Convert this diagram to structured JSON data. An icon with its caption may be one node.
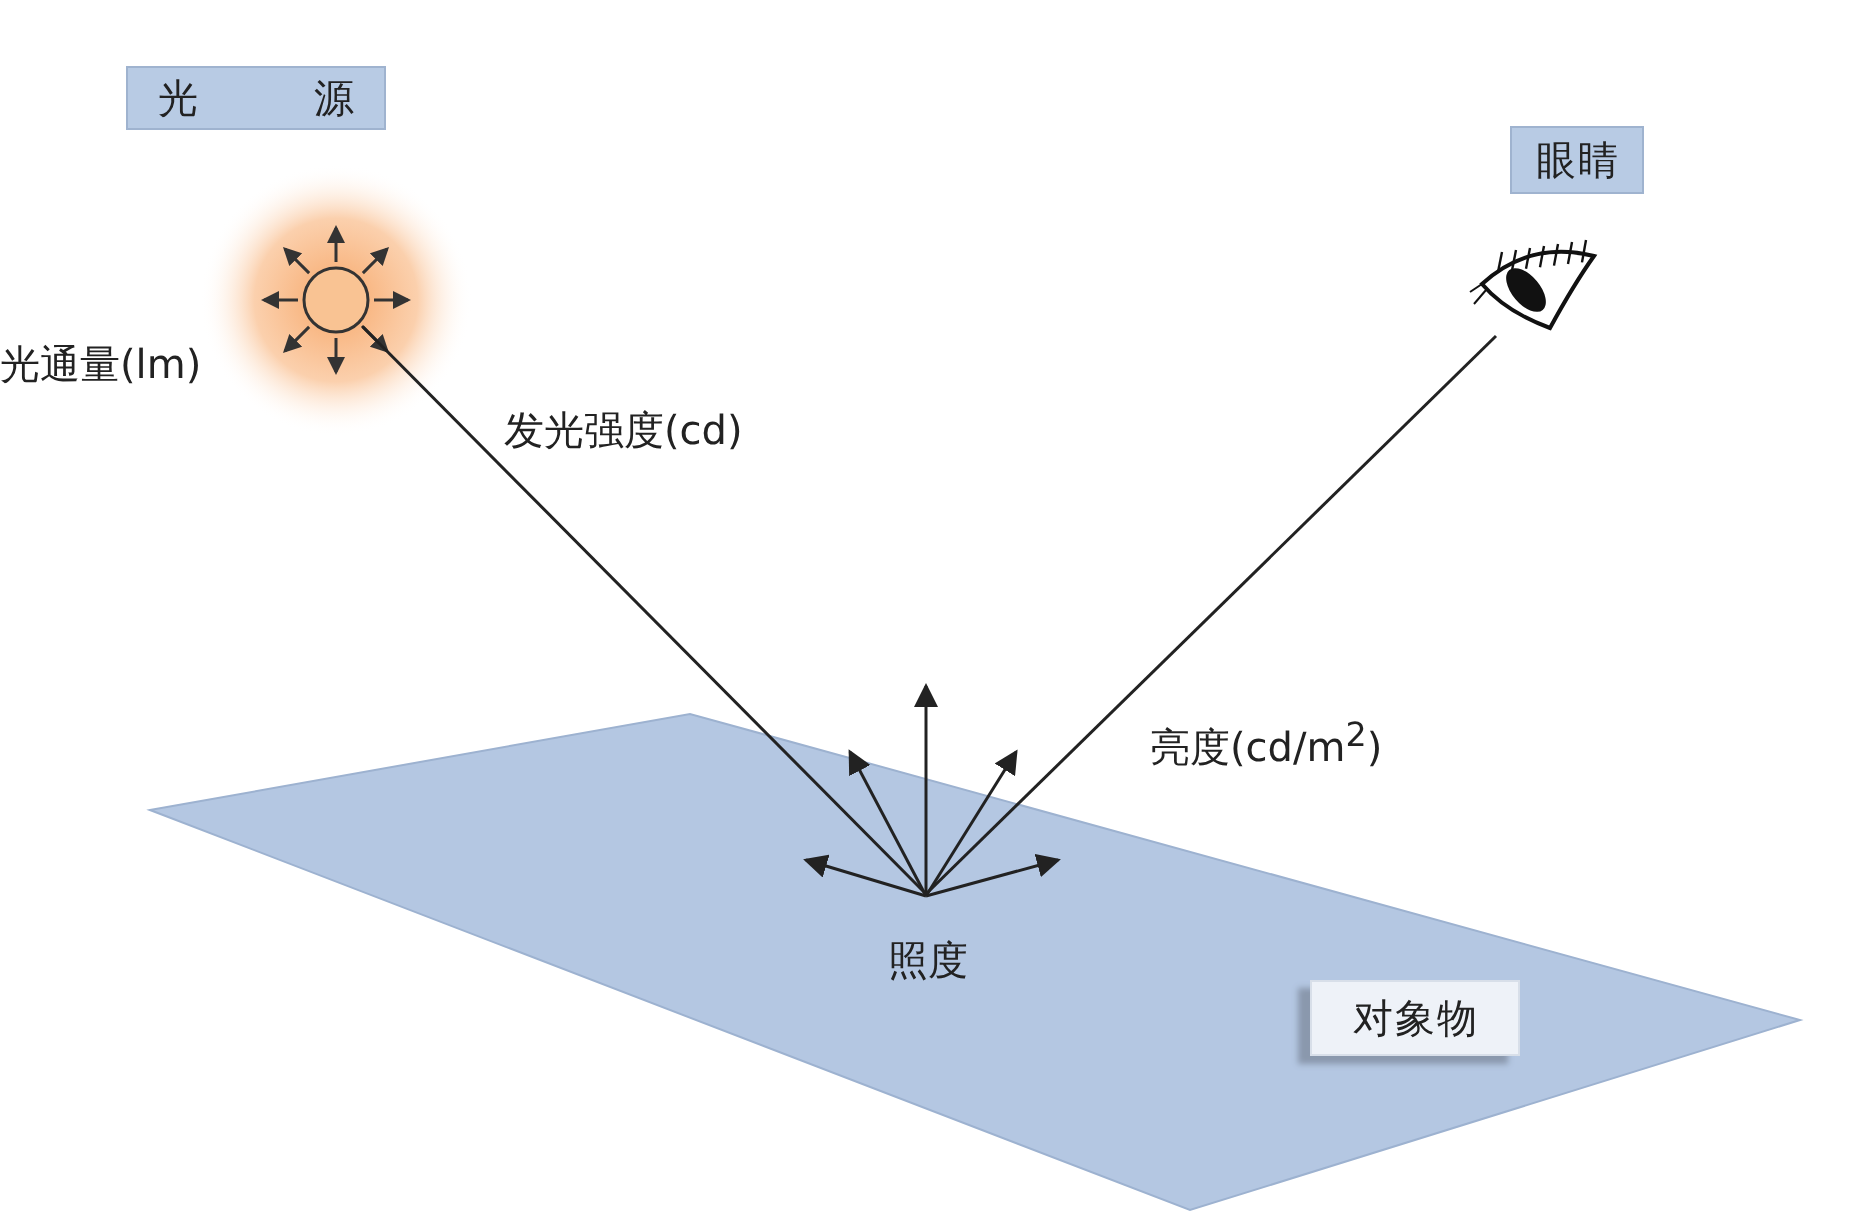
{
  "diagram": {
    "nodes": [
      {
        "text": [
          "光 源"
        ]
      },
      {
        "text": [],
        "shape": "picture",
        "beside": [
          "光通量(lm)"
        ]
      },
      {
        "text": [
          "眼睛"
        ]
      },
      {
        "text": [],
        "shape": "picture"
      },
      {
        "text": [],
        "shape": "box"
      },
      {
        "text": [
          "照度"
        ],
        "in": 4
      },
      {
        "text": [
          "对象物"
        ],
        "in": 4
      }
    ],
    "edges": [
      {
        "from": 1,
        "to": 5,
        "arrow": "none",
        "label": "发光强度(cd)"
      },
      {
        "from": 5,
        "to": 3,
        "arrow": "none",
        "label": "亮度(cd/m$^{2}$)"
      }
    ]
  }
}
